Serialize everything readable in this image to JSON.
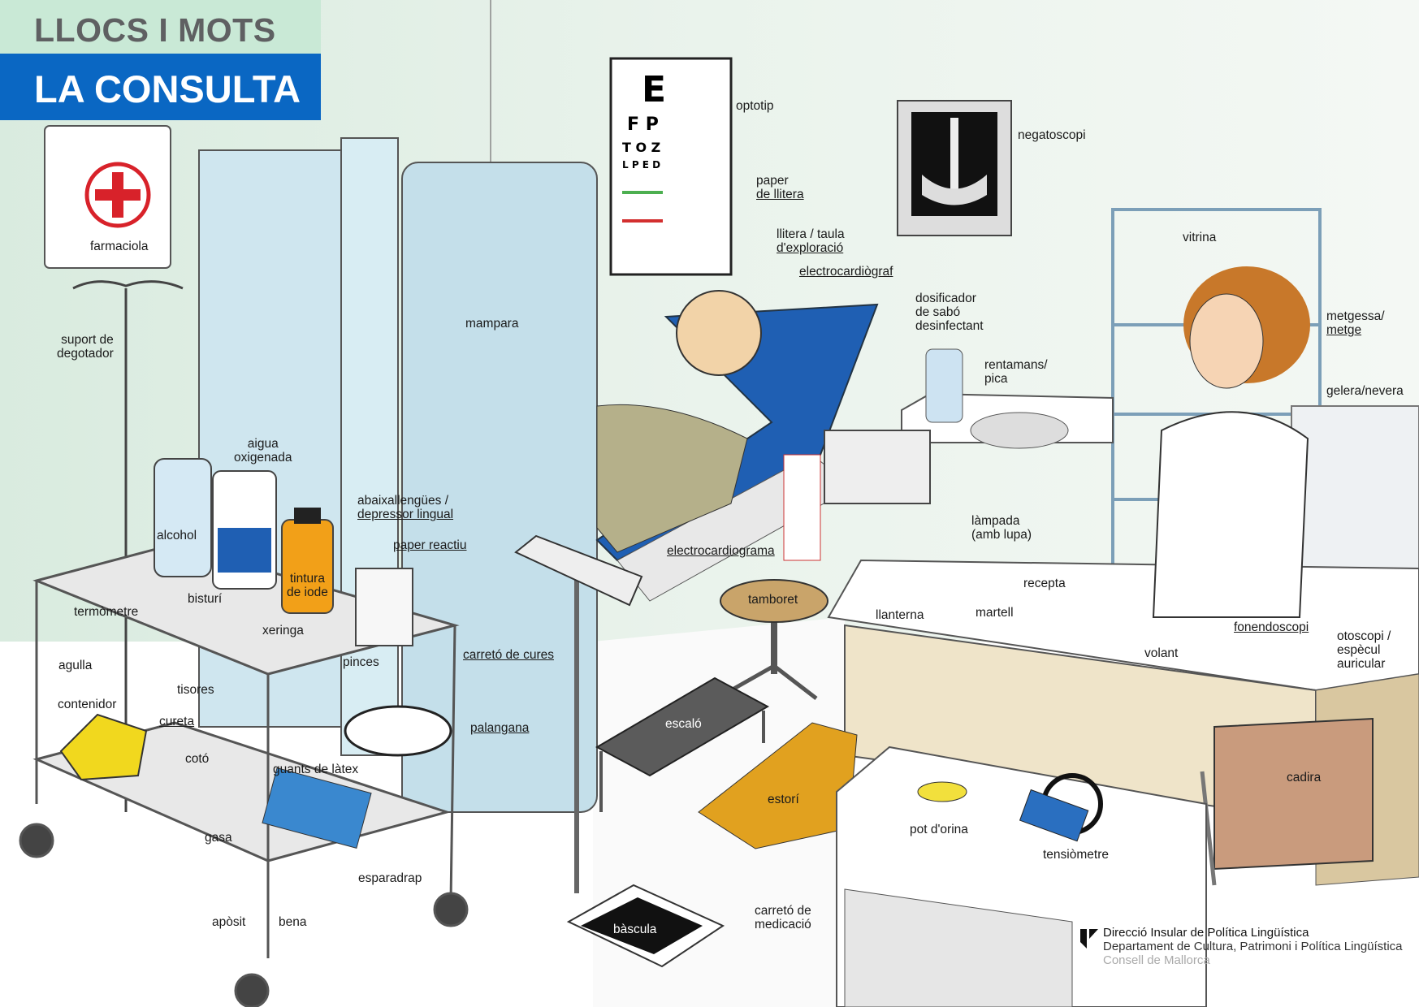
{
  "header": {
    "series": "LLOCS I MOTS",
    "title": "LA CONSULTA"
  },
  "labels": {
    "farmaciola": "farmaciola",
    "suport_degotador": [
      "suport de",
      "degotador"
    ],
    "optotip": "optotip",
    "negatoscopi": "negatoscopi",
    "paper_llitera": [
      "paper",
      "de llitera"
    ],
    "llitera": [
      "llitera / taula",
      "d'exploració"
    ],
    "electrocardiograf": "electrocardiògraf",
    "dosificador": [
      "dosificador",
      "de sabó",
      "desinfectant"
    ],
    "vitrina": "vitrina",
    "metgessa": [
      "metgessa/",
      "metge"
    ],
    "mampara": "mampara",
    "rentamans": [
      "rentamans/",
      "pica"
    ],
    "gelera": "gelera/nevera",
    "aigua_oxigenada": [
      "aigua",
      "oxigenada"
    ],
    "abaixallengues": [
      "abaixallengües /",
      "depressor lingual"
    ],
    "paper_reactiu": "paper reactiu",
    "alcohol": "alcohol",
    "tintura": [
      "tintura",
      "de iode"
    ],
    "electrocardiograma": "electrocardiograma",
    "lampada": [
      "làmpada",
      "(amb lupa)"
    ],
    "recepta": "recepta",
    "tamboret": "tamboret",
    "bisturi": "bisturí",
    "termometre": "termòmetre",
    "xeringa": "xeringa",
    "llanterna": "llanterna",
    "martell": "martell",
    "fonendoscopi": "fonendoscopi",
    "otoscopi": [
      "otoscopi /",
      "espècul",
      "auricular"
    ],
    "volant": "volant",
    "carreto_cures": "carretó de cures",
    "agulla": "agulla",
    "pinces": "pinces",
    "tisores": "tisores",
    "contenidor": "contenidor",
    "cureta": "cureta",
    "escalo": "escaló",
    "palangana": "palangana",
    "coto": "cotó",
    "guants": "guants de làtex",
    "cadira": "cadira",
    "estori": "estorí",
    "gasa": "gasa",
    "pot_orina": "pot d'orina",
    "tensiometre": "tensiòmetre",
    "esparadrap": "esparadrap",
    "carreto_medicacio": [
      "carretó de",
      "medicació"
    ],
    "aposit": "apòsit",
    "bena": "bena",
    "bascula": "bàscula"
  },
  "footer": {
    "line1": "Direcció Insular de Política Lingüística",
    "line2": "Departament de Cultura, Patrimoni i Política Lingüística",
    "line3": "Consell de Mallorca"
  },
  "colors": {
    "title_blue": "#0a67c3",
    "title_green": "#c9e9d6",
    "wall": "#e6f1e9"
  }
}
